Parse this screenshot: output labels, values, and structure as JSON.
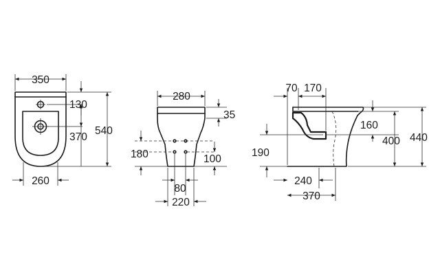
{
  "front_view": {
    "width": "350",
    "depth_top": "130",
    "depth_hole": "370",
    "total_depth": "540",
    "base_width": "260"
  },
  "side_front": {
    "width": "280",
    "rim": "35",
    "height_left": "180",
    "height_right": "100",
    "fixing_spacing": "80",
    "base_width": "220"
  },
  "profile": {
    "offset_a": "70",
    "offset_b": "170",
    "height_160": "160",
    "height_400": "400",
    "height_440": "440",
    "height_190": "190",
    "depth_240": "240",
    "depth_370": "370"
  }
}
